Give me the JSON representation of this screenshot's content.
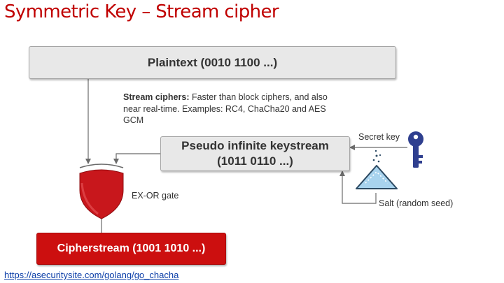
{
  "title": "Symmetric Key – Stream cipher",
  "nodes": {
    "plaintext": "Plaintext (0010 1100 ...)",
    "keystream_line1": "Pseudo infinite keystream",
    "keystream_line2": "(1011 0110 ...)",
    "cipherstream": "Cipherstream (1001 1010 ...)"
  },
  "note": {
    "bold": "Stream ciphers:",
    "text": " Faster than block ciphers, and also near real-time. Examples: RC4, ChaCha20 and AES GCM"
  },
  "labels": {
    "xor_gate": "EX-OR gate",
    "secret_key": "Secret key",
    "salt": "Salt (random seed)"
  },
  "link": "https://asecuritysite.com/golang/go_chacha",
  "colors": {
    "title": "#c00000",
    "gate": "#c8171c",
    "cipher_box": "#cc0f0f",
    "key_icon": "#2f3f8f",
    "salt_icon": "#a8d3ee"
  },
  "icons": [
    "key-icon",
    "salt-pile-icon"
  ]
}
